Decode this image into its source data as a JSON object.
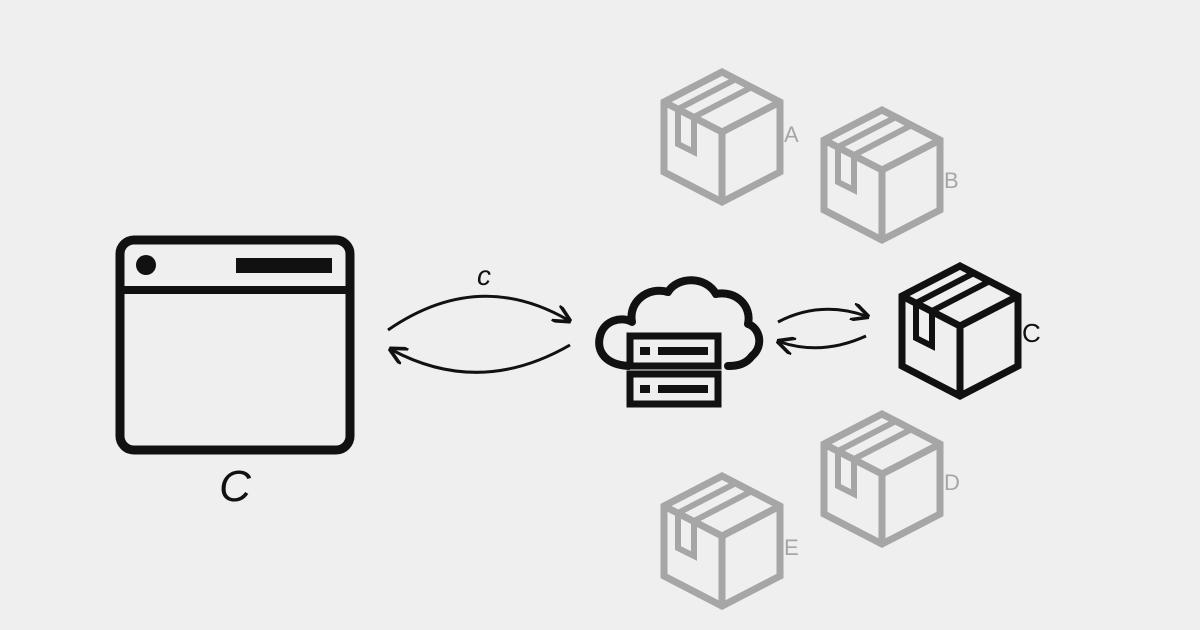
{
  "colors": {
    "background": "#efefef",
    "active": "#111111",
    "inactive": "#a6a6a6"
  },
  "client": {
    "icon": "browser-window-icon",
    "label": "C"
  },
  "request": {
    "label": "c"
  },
  "server": {
    "icon": "cloud-server-icon"
  },
  "boxes": [
    {
      "label": "A",
      "icon": "package-box-icon",
      "active": false
    },
    {
      "label": "B",
      "icon": "package-box-icon",
      "active": false
    },
    {
      "label": "C",
      "icon": "package-box-icon",
      "active": true
    },
    {
      "label": "D",
      "icon": "package-box-icon",
      "active": false
    },
    {
      "label": "E",
      "icon": "package-box-icon",
      "active": false
    }
  ]
}
